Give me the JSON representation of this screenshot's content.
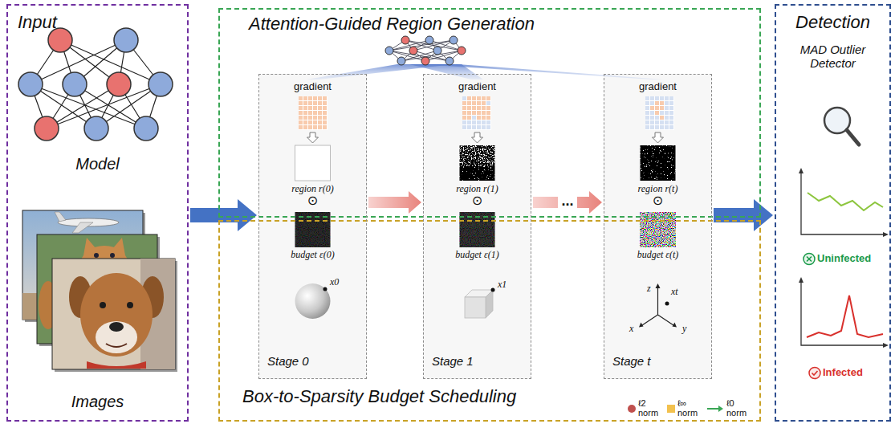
{
  "diagram": {
    "nodes": [
      {
        "text": [
          "Input",
          "Model",
          "Images"
        ]
      },
      {
        "text": [
          "Attention-Guided Region Generation"
        ]
      },
      {
        "text": [
          "Box-to-Sparsity Budget Scheduling"
        ]
      },
      {
        "text": [
          "gradient",
          "region r(0)",
          "⊙",
          "budget ε(0)",
          "x0",
          "Stage 0"
        ]
      },
      {
        "text": [
          "gradient",
          "region r(1)",
          "⊙",
          "budget ε(1)",
          "x1",
          "Stage 1"
        ]
      },
      {
        "text": [
          "gradient",
          "region r(t)",
          "⊙",
          "budget ε(t)",
          "z",
          "x",
          "y",
          "xt",
          "Stage t"
        ]
      },
      {
        "text": [
          "Detection",
          "MAD Outlier Detector",
          "Uninfected",
          "Infected"
        ]
      }
    ],
    "edges": [
      {
        "from": 0,
        "to": 3,
        "arrow": "to"
      },
      {
        "from": 3,
        "to": 4,
        "arrow": "to"
      },
      {
        "from": 4,
        "to": 5,
        "arrow": "to",
        "label": "..."
      },
      {
        "from": 5,
        "to": 6,
        "arrow": "to"
      }
    ],
    "legend": [
      {
        "text": "ℓ2 norm",
        "color": "#c0504d"
      },
      {
        "text": "ℓ∞ norm",
        "color": "#f2c14e"
      },
      {
        "text": "ℓ0 norm"
      }
    ]
  }
}
